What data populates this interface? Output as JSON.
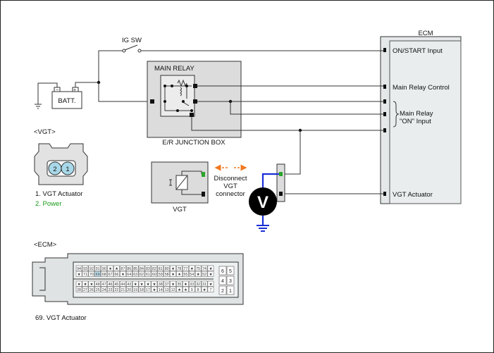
{
  "labels": {
    "ig_sw": "IG SW",
    "batt": "BATT.",
    "main_relay": "MAIN RELAY",
    "junction_box": "E/R JUNCTION BOX",
    "ecm_title": "ECM",
    "on_start_input": "ON/START Input",
    "main_relay_control": "Main Relay Control",
    "main_relay_on_1": "Main Relay",
    "main_relay_on_2": "\"ON\" Input",
    "vgt_actuator_pin": "VGT Actuator",
    "vgt_component": "VGT",
    "disconnect_1": "Disconnect",
    "disconnect_2": "VGT",
    "disconnect_3": "connector",
    "voltmeter": "V"
  },
  "vgt_connector": {
    "title": "<VGT>",
    "pin2": "2",
    "pin1": "1",
    "legend1": "1. VGT Actuator",
    "legend2": "2. Power"
  },
  "ecm_connector": {
    "title": "<ECM>",
    "legend": "69. VGT Actuator",
    "row1": [
      "94",
      "93",
      "92",
      "91",
      "90",
      "★",
      "★",
      "87",
      "86",
      "85",
      "84",
      "83",
      "82",
      "81",
      "80",
      "★",
      "78",
      "77",
      "★",
      "75",
      "74",
      "★"
    ],
    "row2": [
      "★",
      "71",
      "70",
      "69",
      "68",
      "67",
      "66",
      "★",
      "64",
      "63",
      "62",
      "61",
      "60",
      "59",
      "58",
      "★",
      "★",
      "55",
      "54",
      "★",
      "52",
      "★"
    ],
    "row3": [
      "★",
      "★",
      "★",
      "48",
      "47",
      "46",
      "45",
      "44",
      "43",
      "★",
      "★",
      "★",
      "★",
      "38",
      "37",
      "★",
      "35",
      "★",
      "33",
      "32",
      "31",
      "★"
    ],
    "row4": [
      "28",
      "27",
      "26",
      "25",
      "24",
      "23",
      "22",
      "21",
      "20",
      "19",
      "18",
      "17",
      "★",
      "14",
      "13",
      "12",
      "★",
      "★",
      "9",
      "8",
      "★",
      "7"
    ],
    "side": [
      "6",
      "5",
      "4",
      "3",
      "2",
      "1"
    ]
  },
  "colors": {
    "wire": "#333333",
    "ground": "#1a2fd6",
    "arrow": "#f07820",
    "green_pin": "#2aa52a",
    "box_fill": "#dcdcdc",
    "ecm_fill": "#e4e8e8"
  }
}
